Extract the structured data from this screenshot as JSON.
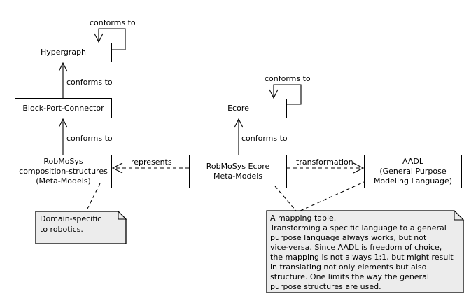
{
  "diagram": {
    "background_color": "#ffffff",
    "line_color": "#000000",
    "node_fill": "#ffffff",
    "note_fill": "#ececec"
  },
  "nodes": {
    "hypergraph": {
      "label": "Hypergraph"
    },
    "block_port_connector": {
      "label": "Block-Port-Connector"
    },
    "robmosys_composition": {
      "lines": [
        "RobMoSys",
        "composition-structures",
        "(Meta-Models)"
      ]
    },
    "ecore": {
      "label": "Ecore"
    },
    "robmosys_ecore": {
      "lines": [
        "RobMoSys Ecore",
        "Meta-Models"
      ]
    },
    "aadl": {
      "lines": [
        "AADL",
        "(General Purpose",
        "Modeling Language)"
      ]
    }
  },
  "edges": {
    "hypergraph_self_loop": {
      "label": "conforms to",
      "style": "solid"
    },
    "bpc_to_hypergraph": {
      "label": "conforms to",
      "style": "solid"
    },
    "composition_to_bpc": {
      "label": "conforms to",
      "style": "solid"
    },
    "ecore_self_loop": {
      "label": "conforms to",
      "style": "solid"
    },
    "ecoremm_to_ecore": {
      "label": "conforms to",
      "style": "solid"
    },
    "represents": {
      "label": "represents",
      "style": "dashed"
    },
    "transformation": {
      "label": "transformation",
      "style": "dashed"
    }
  },
  "notes": {
    "domain": {
      "lines": [
        "Domain-specific",
        "to robotics."
      ]
    },
    "mapping": {
      "lines": [
        "A mapping table.",
        "Transforming a specific language to a general",
        "purpose language always works, but not",
        "vice-versa. Since AADL is freedom of choice,",
        "the mapping is not always 1:1, but might result",
        "in translating not only elements but also",
        "structure. One limits the way the general",
        "purpose structures are used."
      ]
    }
  }
}
